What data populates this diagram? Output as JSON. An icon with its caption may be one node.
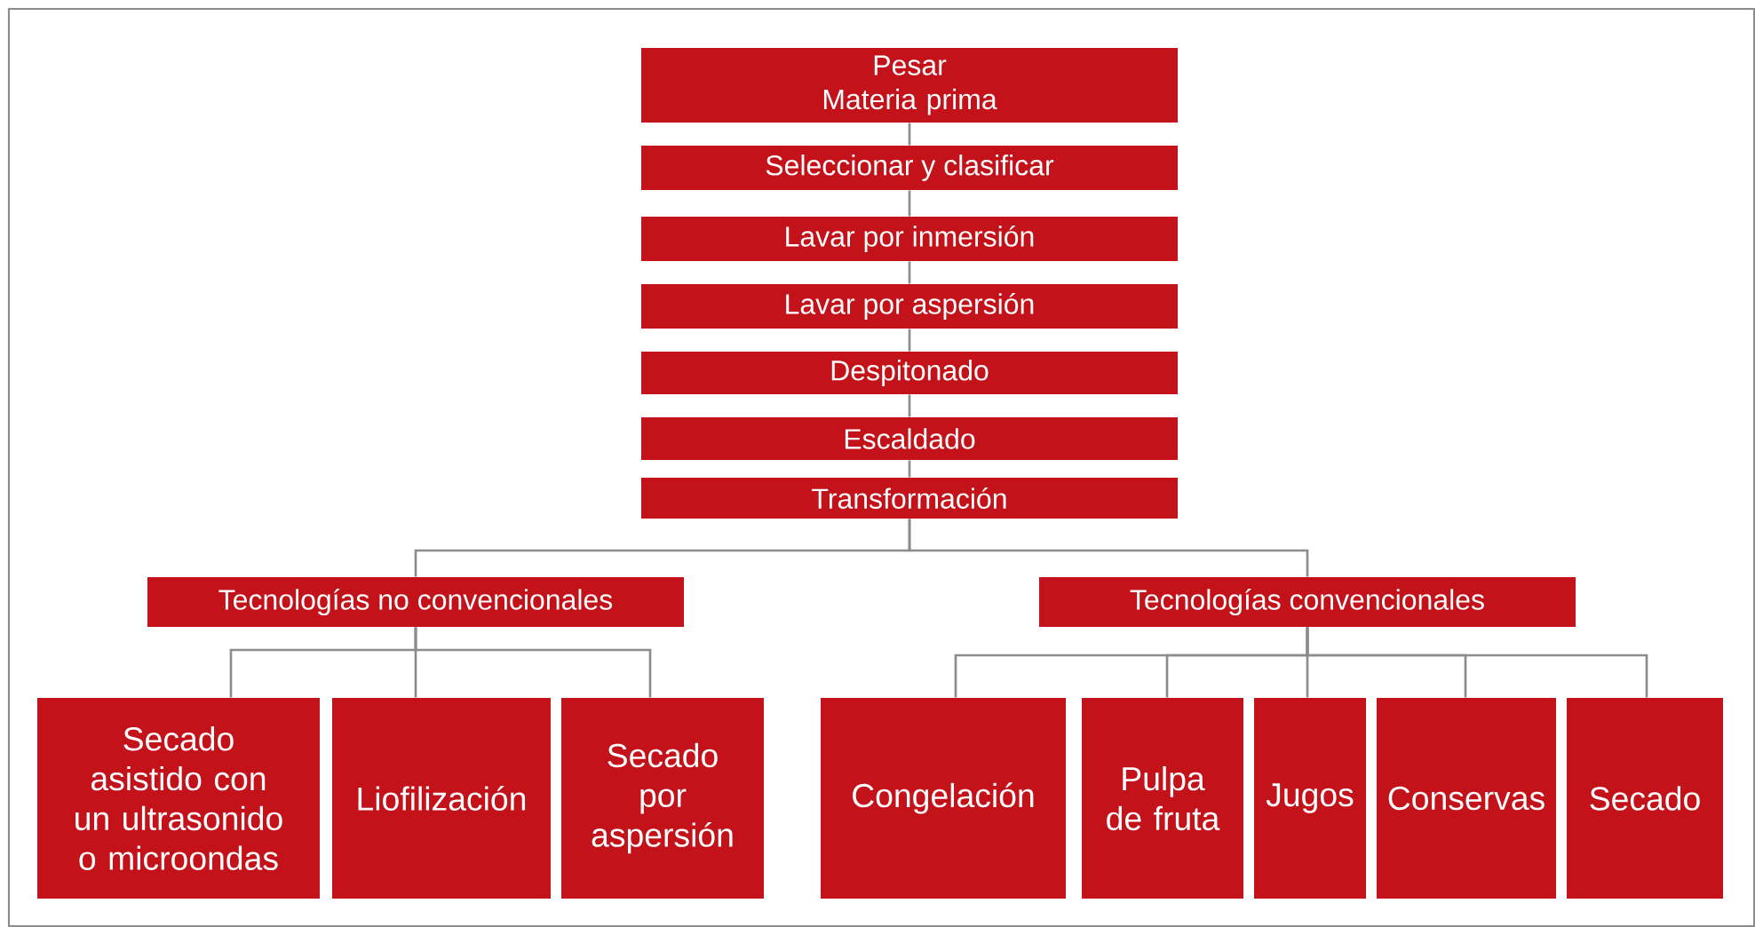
{
  "diagram": {
    "nodes": [
      {
        "text": [
          "Pesar Materia prima"
        ]
      },
      {
        "text": [
          "Seleccionar y clasificar"
        ]
      },
      {
        "text": [
          "Lavar por inmersión"
        ]
      },
      {
        "text": [
          "Lavar por aspersión"
        ]
      },
      {
        "text": [
          "Despitonado"
        ]
      },
      {
        "text": [
          "Escaldado"
        ]
      },
      {
        "text": [
          "Transformación"
        ]
      },
      {
        "text": [
          "Tecnologías no convencionales"
        ]
      },
      {
        "text": [
          "Tecnologías convencionales"
        ]
      },
      {
        "text": [
          "Secado asistido con un ultrasonido o microondas"
        ]
      },
      {
        "text": [
          "Liofilización"
        ]
      },
      {
        "text": [
          "Secado por aspersión"
        ]
      },
      {
        "text": [
          "Congelación"
        ]
      },
      {
        "text": [
          "Pulpa de fruta"
        ]
      },
      {
        "text": [
          "Jugos"
        ]
      },
      {
        "text": [
          "Conservas"
        ]
      },
      {
        "text": [
          "Secado"
        ]
      }
    ],
    "edges": [
      {
        "from": 0,
        "to": 1,
        "arrow": "none"
      },
      {
        "from": 1,
        "to": 2,
        "arrow": "none"
      },
      {
        "from": 2,
        "to": 3,
        "arrow": "none"
      },
      {
        "from": 3,
        "to": 4,
        "arrow": "none"
      },
      {
        "from": 4,
        "to": 5,
        "arrow": "none"
      },
      {
        "from": 5,
        "to": 6,
        "arrow": "none"
      },
      {
        "from": 6,
        "to": 7,
        "arrow": "none"
      },
      {
        "from": 6,
        "to": 8,
        "arrow": "none"
      },
      {
        "from": 7,
        "to": 9,
        "arrow": "none"
      },
      {
        "from": 7,
        "to": 10,
        "arrow": "none"
      },
      {
        "from": 7,
        "to": 11,
        "arrow": "none"
      },
      {
        "from": 8,
        "to": 12,
        "arrow": "none"
      },
      {
        "from": 8,
        "to": 13,
        "arrow": "none"
      },
      {
        "from": 8,
        "to": 14,
        "arrow": "none"
      },
      {
        "from": 8,
        "to": 15,
        "arrow": "none"
      },
      {
        "from": 8,
        "to": 16,
        "arrow": "none"
      }
    ]
  }
}
